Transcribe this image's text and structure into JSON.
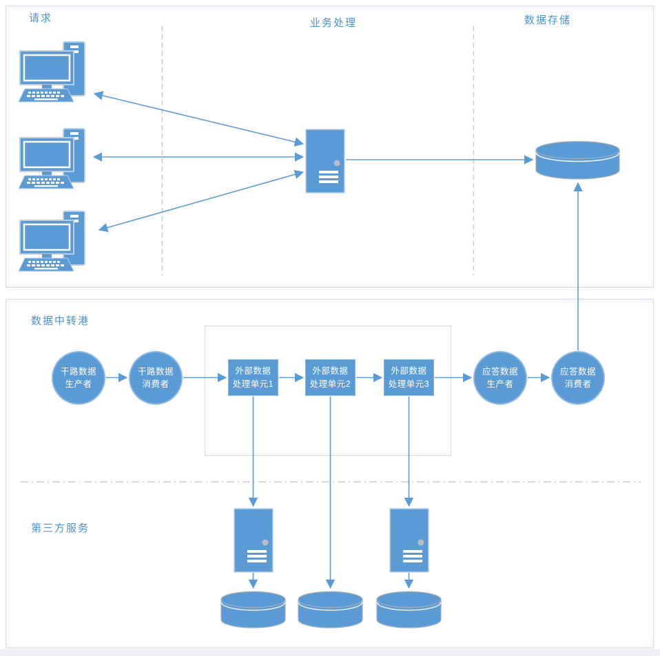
{
  "lanes": {
    "request": "请求",
    "business": "业务处理",
    "storage": "数据存储"
  },
  "hub": {
    "title": "数据中转港",
    "trunk_producer": "干路数据\n生产者",
    "trunk_consumer": "干路数据\n消费者",
    "unit1": "外部数据\n处理单元1",
    "unit2": "外部数据\n处理单元2",
    "unit3": "外部数据\n处理单元3",
    "reply_producer": "应答数据\n生产者",
    "reply_consumer": "应答数据\n消费者"
  },
  "third_party": {
    "title": "第三方服务"
  },
  "icons": {
    "client": "desktop-computer-icon",
    "app_server": "server-icon",
    "database": "database-cylinder-icon"
  },
  "colors": {
    "shape_blue": "#5B9BD5",
    "connector_blue": "#5B9BD5",
    "label_blue": "#4A92D5",
    "divider_gray": "#C9CDD2",
    "box_border": "#D7DCE3",
    "node_text": "#FFFFFF"
  }
}
